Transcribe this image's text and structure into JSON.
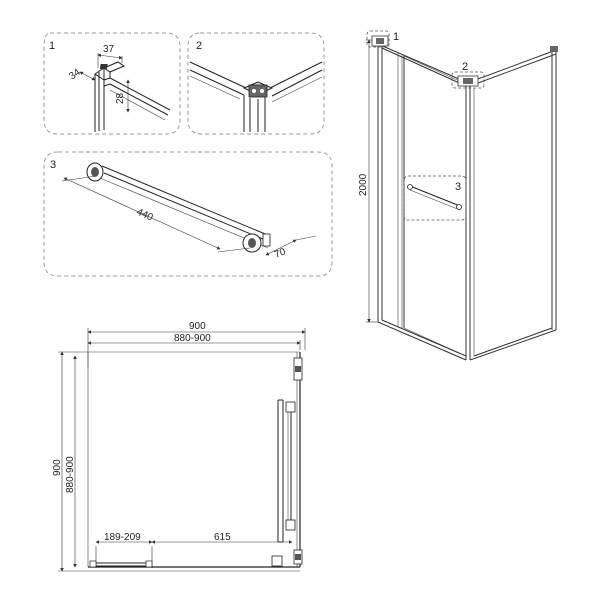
{
  "detail_labels": {
    "d1": "1",
    "d2": "2",
    "d3": "3"
  },
  "detail1": {
    "dim_top": "37",
    "dim_side": "34",
    "dim_height": "28"
  },
  "detail3": {
    "dim_length": "440",
    "dim_end": "70"
  },
  "elevation": {
    "height": "2000",
    "callout1": "1",
    "callout2": "2",
    "callout3": "3"
  },
  "plan": {
    "width_outer": "900",
    "width_inner": "880-900",
    "depth_outer": "900",
    "depth_inner": "880-900",
    "door_range": "189-209",
    "fixed_width": "615"
  },
  "colors": {
    "line": "#222222",
    "panel_border": "#9a9a9a"
  }
}
